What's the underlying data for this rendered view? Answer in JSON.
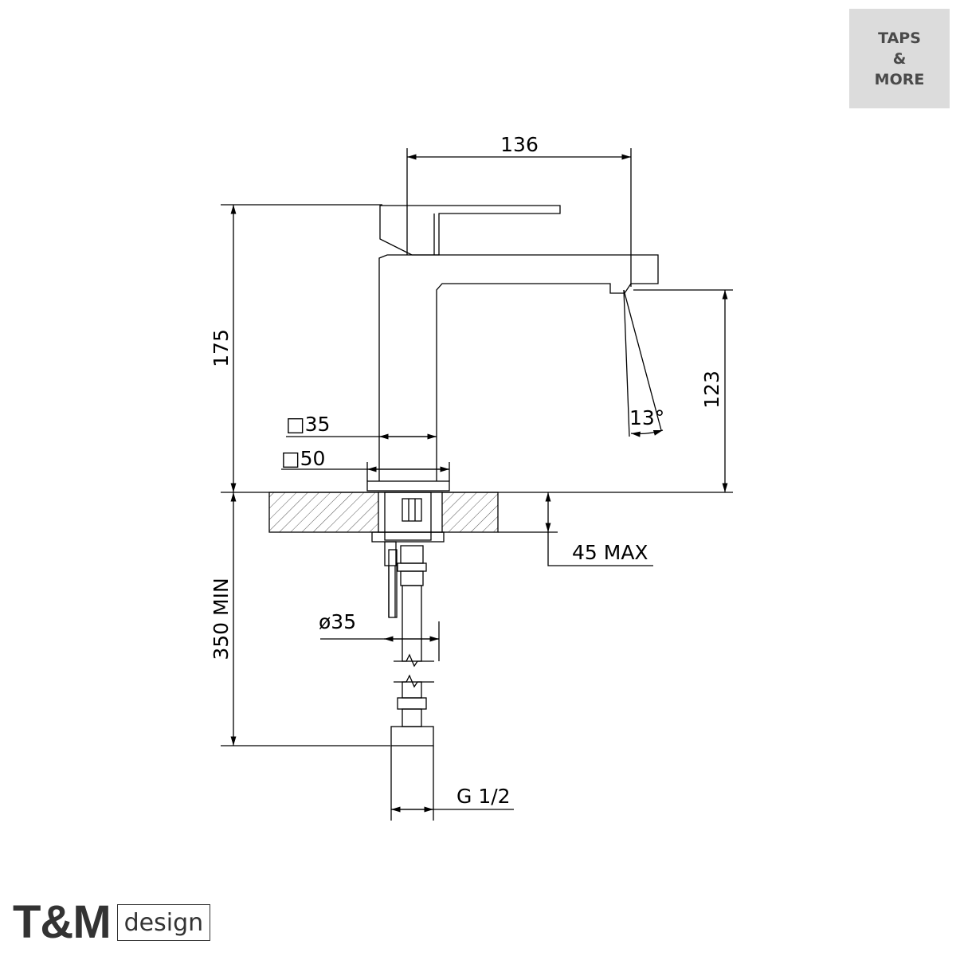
{
  "badge": {
    "lines": [
      "TAPS",
      "&",
      "MORE"
    ]
  },
  "dimensions": {
    "spout_reach": "136",
    "total_height": "175",
    "spout_height": "123",
    "spout_angle": "13°",
    "body_square": "□35",
    "base_square": "□50",
    "deck_thickness": "45 MAX",
    "hose_length": "350 MIN",
    "shank_diameter": "ø35",
    "connection": "G 1/2"
  },
  "brand": {
    "main": "T&M",
    "sub": "design"
  },
  "colors": {
    "line": "#000000",
    "badge_bg": "#dcdcdc",
    "badge_text": "#4a4a4a",
    "brand": "#333333"
  }
}
